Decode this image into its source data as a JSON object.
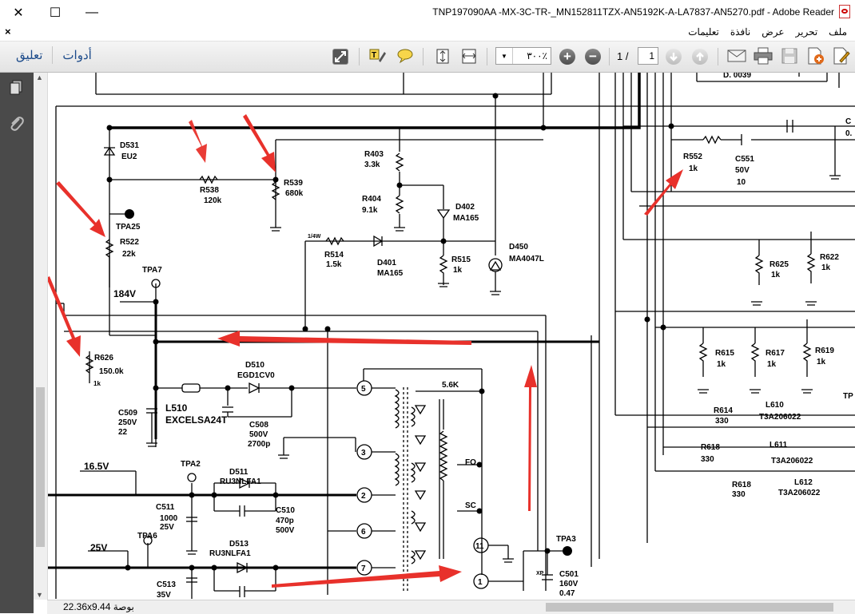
{
  "window": {
    "title": "TNP197090AA -MX-3C-TR-_MN152811TZX-AN5192K-A-LA7837-AN5270.pdf - Adobe Reader",
    "minimize_glyph": "✕",
    "maximize_glyph": "☐",
    "close_glyph": "—"
  },
  "menubar": {
    "close_glyph": "×",
    "items": [
      "ملف",
      "تحرير",
      "عرض",
      "نافذة",
      "تعليمات"
    ]
  },
  "toolbar": {
    "links": [
      "تعليق",
      "أدوات"
    ],
    "zoom_value": "٣٠٠٪",
    "page_total": "1 /",
    "page_current": "1",
    "icons": [
      "fullscreen-icon",
      "highlight-text-icon",
      "comment-bubble-icon",
      "fit-page-icon",
      "fit-width-icon",
      "zoom-dropdown-icon",
      "zoom-in-icon",
      "zoom-out-icon",
      "previous-page-icon",
      "next-page-icon",
      "email-icon",
      "print-icon",
      "save-icon",
      "create-pdf-icon",
      "sign-icon"
    ]
  },
  "sidepanel": {
    "icons": [
      "pages-icon",
      "attachments-icon"
    ]
  },
  "statusbar": {
    "page_size": "22.36x9.44 بوصة"
  },
  "document": {
    "labels": {
      "d531": "D531",
      "eu2": "EU2",
      "r538": "R538",
      "r538v": "120k",
      "r539": "R539",
      "r539v": "680k",
      "tpa25": "TPA25",
      "r522": "R522",
      "r522v": "22k",
      "tpa7": "TPA7",
      "v184": "184V",
      "r403": "R403",
      "r403v": "3.3k",
      "r404": "R404",
      "r404v": "9.1k",
      "d402": "D402",
      "ma165a": "MA165",
      "r514": "R514",
      "r514v": "1.5k",
      "w14": "1/4W",
      "d401": "D401",
      "ma165b": "MA165",
      "r515": "R515",
      "r515v": "1k",
      "d450": "D450",
      "ma4047": "MA4047L",
      "r552": "R552",
      "r552v": "1k",
      "c551": "C551",
      "c551a": "50V",
      "c551b": "10",
      "r625": "R625",
      "r625v": "1k",
      "r622": "R622",
      "r622v": "1k",
      "r615": "R615",
      "r615v": "1k",
      "r617": "R617",
      "r617v": "1k",
      "r619": "R619",
      "r619v": "1k",
      "r626": "R626",
      "r626v": "150.0k",
      "r626u": "1k",
      "d510": "D510",
      "egd1": "EGD1CV0",
      "c509": "C509",
      "c509a": "250V",
      "c509b": "22",
      "l510": "L510",
      "excel": "EXCELSA24T",
      "c508": "C508",
      "c508a": "500V",
      "c508b": "2700p",
      "v56k": "5.6K",
      "fo": "FO",
      "sc": "SC",
      "r614": "R614",
      "r614v": "330",
      "l610": "L610",
      "l610v": "T3A206022",
      "r618a": "R618",
      "r618av": "330",
      "l611": "L611",
      "l611v": "T3A206022",
      "r618b": "R618",
      "r618bv": "330",
      "l612": "L612",
      "l612v": "T3A206022",
      "tp": "TP",
      "v165": "16.5V",
      "tpa2": "TPA2",
      "d511": "D511",
      "ru3a": "RU3NLFA1",
      "c511": "C511",
      "c511a": "1000",
      "c511b": "25V",
      "c510": "C510",
      "c510a": "470p",
      "c510b": "500V",
      "v25": "25V",
      "tpa6": "TPA6",
      "d513": "D513",
      "ru3b": "RU3NLFA1",
      "c513": "C513",
      "c513a": "35V",
      "tpa3": "TPA3",
      "c501": "C501",
      "c501a": "160V",
      "c501b": "0.47",
      "xp": "XP",
      "pin5": "5",
      "pin3": "3",
      "pin2": "2",
      "pin6": "6",
      "pin7": "7",
      "pin11": "11",
      "pin1": "1",
      "d0039": "D. 0039",
      "c0": "C",
      "c0b": "0."
    }
  },
  "colors": {
    "arrow": "#e8312b",
    "sidepanel": "#4a4a4a",
    "link": "#1b4a8a"
  }
}
